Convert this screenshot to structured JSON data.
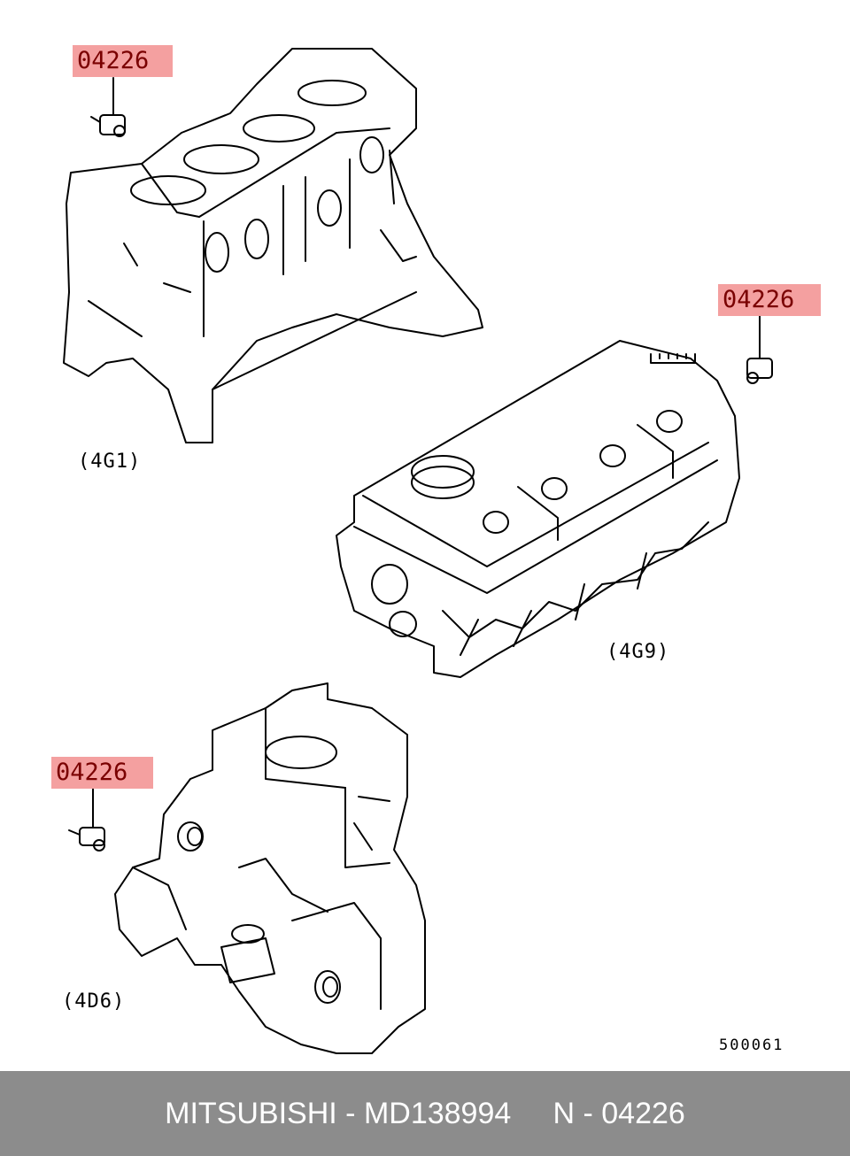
{
  "callouts": [
    {
      "part_no": "04226"
    },
    {
      "part_no": "04226"
    },
    {
      "part_no": "04226"
    }
  ],
  "engines": [
    {
      "label": "(4G1)"
    },
    {
      "label": "(4G9)"
    },
    {
      "label": "(4D6)"
    }
  ],
  "figure_code": "500061",
  "footer": {
    "text": "MITSUBISHI - MD138994     N - 04226"
  },
  "colors": {
    "callout_bg": "#f4a0a0",
    "callout_text": "#7a0000",
    "footer_bg": "#8c8c8c"
  }
}
